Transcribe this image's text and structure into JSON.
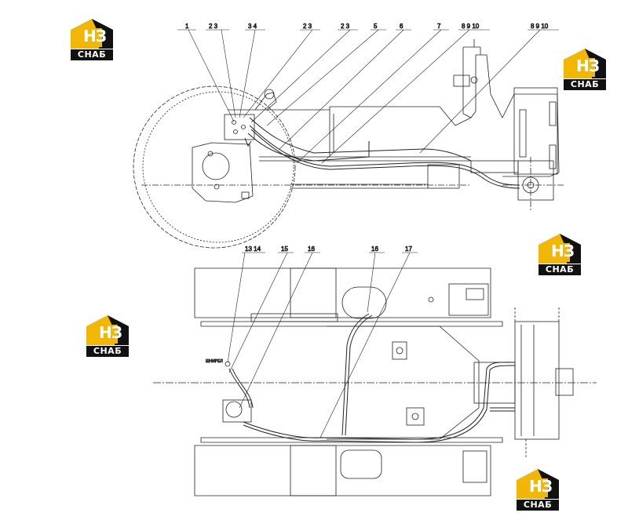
{
  "brand": {
    "logo_mark": "НЗ",
    "logo_text": "СНАБ",
    "colors": {
      "yellow": "#f2b705",
      "dark": "#111111",
      "line": "#222222"
    }
  },
  "callouts_side_view": [
    "1",
    "2 3",
    "3 4",
    "2 3",
    "2 3",
    "5",
    "6",
    "7",
    "8 9 10",
    "8 9 10"
  ],
  "callouts_top_view": [
    "13 14",
    "15",
    "16",
    "16",
    "17"
  ],
  "small_label": "ШНИРЕЛ"
}
